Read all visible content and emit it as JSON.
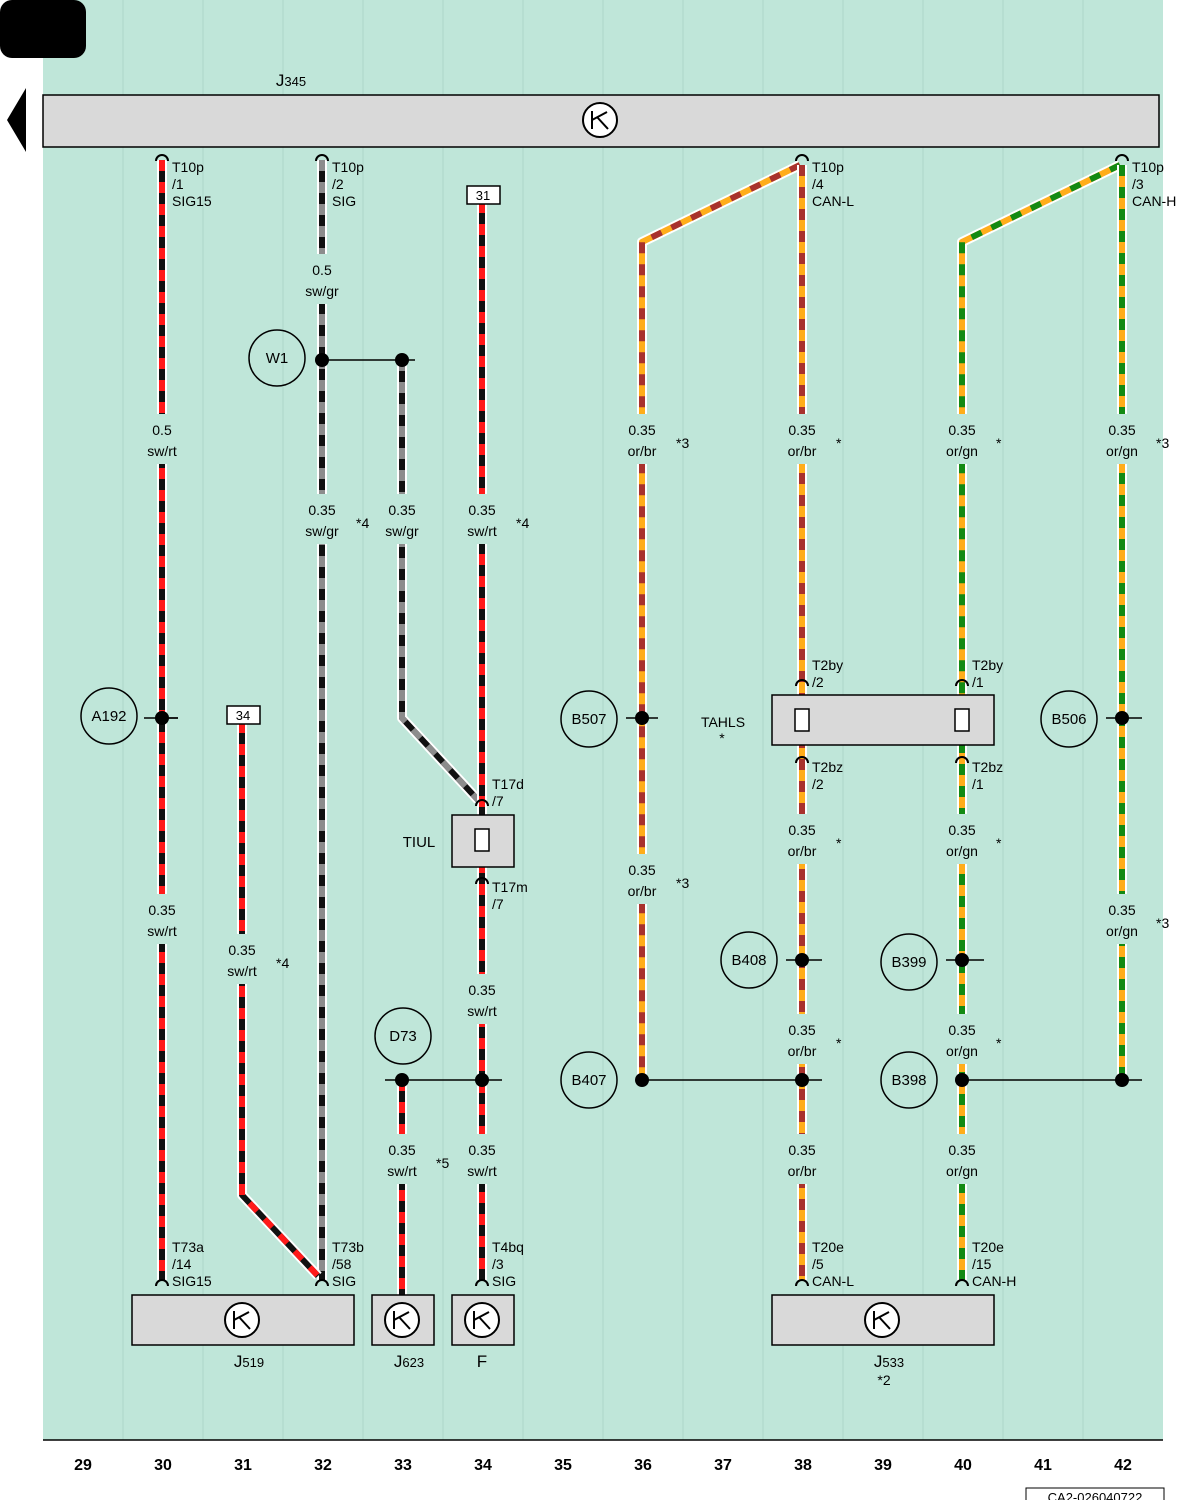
{
  "diagram": {
    "header_tab": "",
    "doc_code": "CA2-026040722",
    "column_numbers": [
      "29",
      "30",
      "31",
      "32",
      "33",
      "34",
      "35",
      "36",
      "37",
      "38",
      "39",
      "40",
      "41",
      "42"
    ],
    "colors": {
      "background": "#bfe6d9",
      "black": "#111111",
      "red": "#ff1a1a",
      "grey": "#8c8c8c",
      "orange": "#ffad1a",
      "brown": "#a8322d",
      "green": "#138a13",
      "component_fill": "#d9d9d9"
    },
    "components": {
      "J345": {
        "prefix": "J",
        "sub": "345"
      },
      "J519": {
        "prefix": "J",
        "sub": "519"
      },
      "J623": {
        "prefix": "J",
        "sub": "623"
      },
      "F": {
        "prefix": "F",
        "sub": ""
      },
      "J533": {
        "prefix": "J",
        "sub": "533",
        "note": "*2"
      },
      "TAHLS": {
        "label": "TAHLS",
        "note": "*"
      },
      "TIUL": {
        "label": "TIUL"
      }
    },
    "junctions": {
      "W1": "W1",
      "A192": "A192",
      "B507": "B507",
      "B506": "B506",
      "B408": "B408",
      "B399": "B399",
      "B407": "B407",
      "B398": "B398",
      "D73": "D73"
    },
    "boxes": {
      "b31": "31",
      "b34": "34"
    },
    "pins": {
      "p1": [
        "T10p",
        "/1",
        "SIG15"
      ],
      "p2": [
        "T10p",
        "/2",
        "SIG"
      ],
      "p4": [
        "T10p",
        "/4",
        "CAN-L"
      ],
      "p3": [
        "T10p",
        "/3",
        "CAN-H"
      ],
      "t2by2": [
        "T2by",
        "/2"
      ],
      "t2by1": [
        "T2by",
        "/1"
      ],
      "t2bz2": [
        "T2bz",
        "/2"
      ],
      "t2bz1": [
        "T2bz",
        "/1"
      ],
      "t17d": [
        "T17d",
        "/7"
      ],
      "t17m": [
        "T17m",
        "/7"
      ],
      "t73a": [
        "T73a",
        "/14",
        "SIG15"
      ],
      "t73b": [
        "T73b",
        "/58",
        "SIG"
      ],
      "t4bq": [
        "T4bq",
        "/3",
        "SIG"
      ],
      "t20e5": [
        "T20e",
        "/5",
        "CAN-L"
      ],
      "t20e15": [
        "T20e",
        "/15",
        "CAN-H"
      ]
    },
    "wires": {
      "w30a": [
        "0.5",
        "sw/rt"
      ],
      "w30b": [
        "0.35",
        "sw/rt"
      ],
      "w31": [
        "0.35",
        "sw/rt",
        "*4"
      ],
      "w32a": [
        "0.5",
        "sw/gr"
      ],
      "w32b": [
        "0.35",
        "sw/gr",
        "*4"
      ],
      "w33a": [
        "0.35",
        "sw/gr"
      ],
      "w33b": [
        "0.35",
        "sw/rt",
        "*5"
      ],
      "w34a": [
        "0.35",
        "sw/rt",
        "*4"
      ],
      "w34b": [
        "0.35",
        "sw/rt"
      ],
      "w34c": [
        "0.35",
        "sw/rt"
      ],
      "w36a": [
        "0.35",
        "or/br",
        "*3"
      ],
      "w36b": [
        "0.35",
        "or/br",
        "*3"
      ],
      "w38a": [
        "0.35",
        "or/br",
        "*"
      ],
      "w38b": [
        "0.35",
        "or/br",
        "*"
      ],
      "w38c": [
        "0.35",
        "or/br",
        "*"
      ],
      "w38d": [
        "0.35",
        "or/br"
      ],
      "w40a": [
        "0.35",
        "or/gn",
        "*"
      ],
      "w40b": [
        "0.35",
        "or/gn",
        "*"
      ],
      "w40c": [
        "0.35",
        "or/gn",
        "*"
      ],
      "w40d": [
        "0.35",
        "or/gn"
      ],
      "w42a": [
        "0.35",
        "or/gn",
        "*3"
      ],
      "w42b": [
        "0.35",
        "or/gn",
        "*3"
      ]
    }
  }
}
